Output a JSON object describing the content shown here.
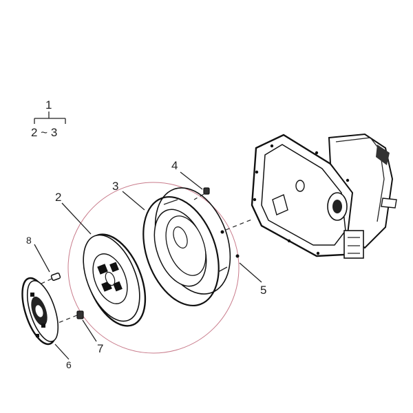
{
  "tree": {
    "parent": "1",
    "children_label": "2 ~ 3"
  },
  "callouts": [
    {
      "id": "label-1",
      "text": "2"
    },
    {
      "id": "label-2",
      "text": "3"
    },
    {
      "id": "label-3",
      "text": "4"
    },
    {
      "id": "label-4",
      "text": "5"
    },
    {
      "id": "label-5",
      "text": "8"
    },
    {
      "id": "label-6",
      "text": "7"
    },
    {
      "id": "label-7",
      "text": "6"
    }
  ],
  "colors": {
    "line": "#222222",
    "highlight_circle": "#c87a8a"
  }
}
